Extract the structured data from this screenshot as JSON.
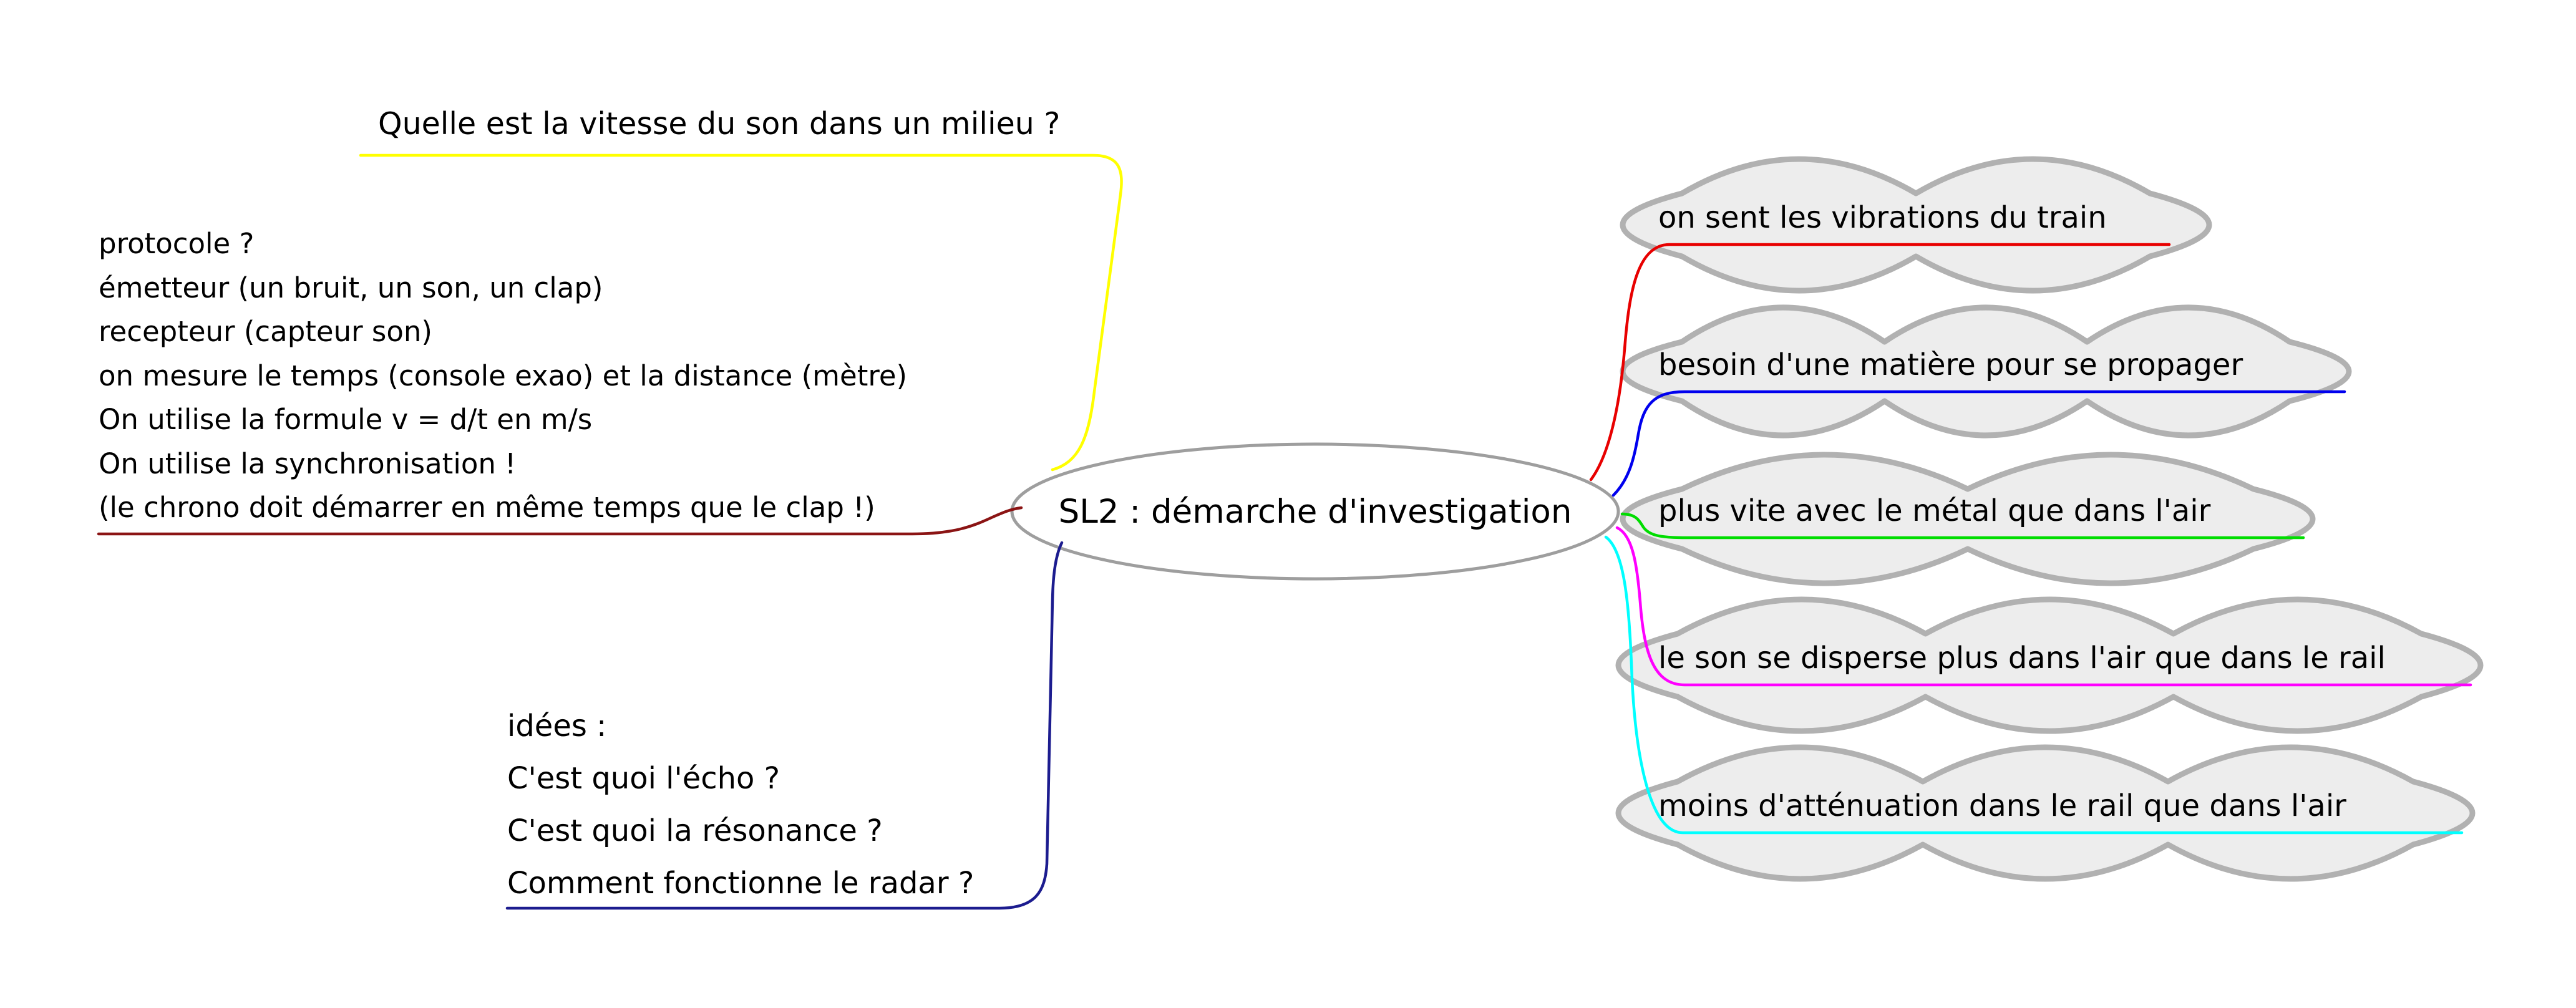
{
  "app": {
    "type": "mind-map",
    "background": "#ffffff"
  },
  "root_node": {
    "label": "SL2 : démarche d'investigation",
    "fill": "#ffffff",
    "border_color": "#9e9e9e"
  },
  "branches_left": [
    {
      "name": "question-vitesse",
      "edge_color": "#ffff00",
      "lines": [
        "Quelle est la vitesse du son dans un milieu ?"
      ]
    },
    {
      "name": "protocole",
      "edge_color": "#8b1414",
      "lines": [
        "protocole ?",
        "émetteur (un bruit, un son, un clap)",
        "recepteur (capteur son)",
        "on mesure le temps (console exao) et la distance (mètre)",
        "On utilise la formule v = d/t en m/s",
        "On utilise la synchronisation !",
        "(le chrono doit démarrer en même temps que le clap !)"
      ]
    },
    {
      "name": "idees",
      "edge_color": "#1c1c8f",
      "lines": [
        "idées :",
        "C'est quoi l'écho ?",
        "C'est quoi la résonance ?",
        "Comment fonctionne le radar ?"
      ]
    }
  ],
  "branches_right": [
    {
      "name": "vibrations-train",
      "edge_color": "#e80000",
      "label": "on sent les vibrations du train"
    },
    {
      "name": "matiere-propager",
      "edge_color": "#0000ee",
      "label": "besoin d'une matière pour se propager"
    },
    {
      "name": "plus-vite-metal",
      "edge_color": "#00dd00",
      "label": "plus vite avec le métal que dans l'air"
    },
    {
      "name": "disperse-air",
      "edge_color": "#ff00ff",
      "label": "le son se disperse plus dans l'air que dans le rail"
    },
    {
      "name": "attenuation-rail",
      "edge_color": "#00ffff",
      "label": "moins d'atténuation dans le rail que dans l'air"
    }
  ],
  "cloud_style": {
    "fill": "#ededed",
    "border_color": "#b1b1b1"
  }
}
